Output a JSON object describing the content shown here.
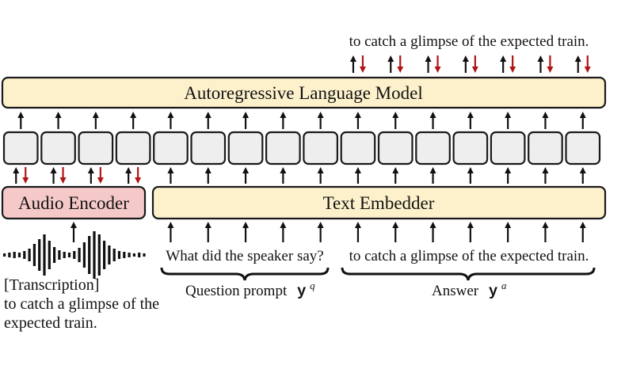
{
  "colors": {
    "box_fill": "#fdf1cc",
    "box_stroke": "#1a1a1a",
    "encoder_fill": "#f6c9c9",
    "token_fill": "#eeeeee",
    "black_arrow": "#111111",
    "red_arrow": "#b01515"
  },
  "top_output_text": "to catch a glimpse of the expected train.",
  "llm_label": "Autoregressive Language Model",
  "audio_encoder_label": "Audio Encoder",
  "text_embedder_label": "Text Embedder",
  "question_text": "What did the speaker say?",
  "answer_text": "to catch a glimpse of the expected train.",
  "question_brace_label": "Question prompt",
  "question_symbol": "y",
  "question_superscript": "q",
  "answer_brace_label": "Answer",
  "answer_symbol": "y",
  "answer_superscript": "a",
  "transcription_tag": "[Transcription]",
  "transcription_line1": "to catch a glimpse of the",
  "transcription_line2": "expected train.",
  "token_count": 16,
  "audio_token_count": 4,
  "answer_token_start": 9,
  "icons": {
    "waveform": "audio-waveform-icon"
  }
}
